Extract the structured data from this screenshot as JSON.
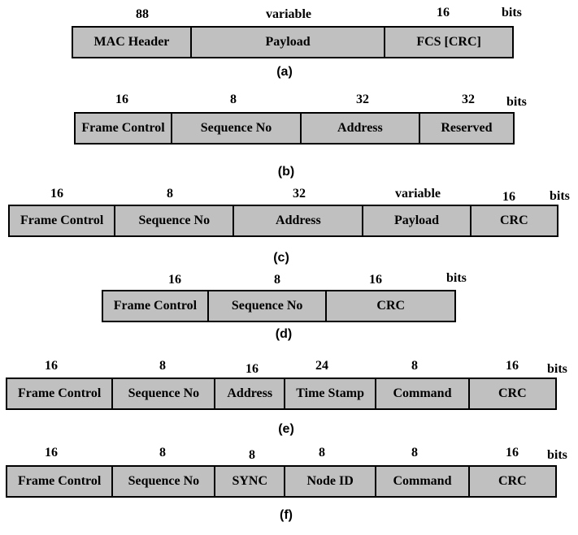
{
  "unit_label": "bits",
  "frames": [
    {
      "caption": "(a)",
      "fields": [
        {
          "name": "MAC Header",
          "bits": "88"
        },
        {
          "name": "Payload",
          "bits": "variable"
        },
        {
          "name": "FCS [CRC]",
          "bits": "16"
        }
      ]
    },
    {
      "caption": "(b)",
      "fields": [
        {
          "name": "Frame Control",
          "bits": "16"
        },
        {
          "name": "Sequence No",
          "bits": "8"
        },
        {
          "name": "Address",
          "bits": "32"
        },
        {
          "name": "Reserved",
          "bits": "32"
        }
      ]
    },
    {
      "caption": "(c)",
      "fields": [
        {
          "name": "Frame Control",
          "bits": "16"
        },
        {
          "name": "Sequence No",
          "bits": "8"
        },
        {
          "name": "Address",
          "bits": "32"
        },
        {
          "name": "Payload",
          "bits": "variable"
        },
        {
          "name": "CRC",
          "bits": "16"
        }
      ]
    },
    {
      "caption": "(d)",
      "fields": [
        {
          "name": "Frame Control",
          "bits": "16"
        },
        {
          "name": "Sequence No",
          "bits": "8"
        },
        {
          "name": "CRC",
          "bits": "16"
        }
      ]
    },
    {
      "caption": "(e)",
      "fields": [
        {
          "name": "Frame Control",
          "bits": "16"
        },
        {
          "name": "Sequence No",
          "bits": "8"
        },
        {
          "name": "Address",
          "bits": "16"
        },
        {
          "name": "Time Stamp",
          "bits": "24"
        },
        {
          "name": "Command",
          "bits": "8"
        },
        {
          "name": "CRC",
          "bits": "16"
        }
      ]
    },
    {
      "caption": "(f)",
      "fields": [
        {
          "name": "Frame Control",
          "bits": "16"
        },
        {
          "name": "Sequence No",
          "bits": "8"
        },
        {
          "name": "SYNC",
          "bits": "8"
        },
        {
          "name": "Node ID",
          "bits": "8"
        },
        {
          "name": "Command",
          "bits": "8"
        },
        {
          "name": "CRC",
          "bits": "16"
        }
      ]
    }
  ]
}
